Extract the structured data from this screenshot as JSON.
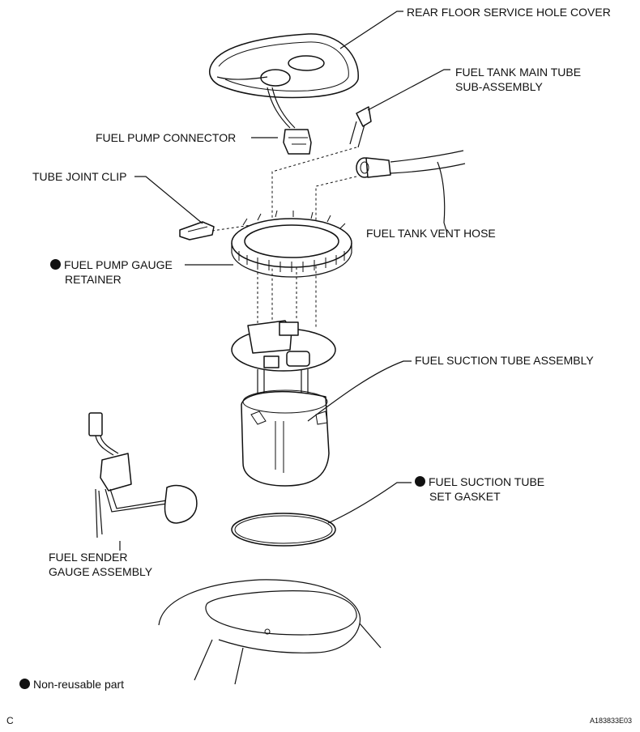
{
  "labels": {
    "rear_floor_cover": "REAR FLOOR SERVICE HOLE COVER",
    "main_tube_line1": "FUEL TANK MAIN TUBE",
    "main_tube_line2": "SUB-ASSEMBLY",
    "pump_connector": "FUEL PUMP CONNECTOR",
    "tube_joint_clip": "TUBE JOINT CLIP",
    "vent_hose": "FUEL TANK VENT HOSE",
    "retainer_line1": "FUEL PUMP GAUGE",
    "retainer_line2": "RETAINER",
    "suction_tube_assembly": "FUEL SUCTION TUBE ASSEMBLY",
    "gasket_line1": "FUEL SUCTION TUBE",
    "gasket_line2": "SET GASKET",
    "sender_line1": "FUEL SENDER",
    "sender_line2": "GAUGE ASSEMBLY"
  },
  "legend": {
    "text": "Non-reusable part"
  },
  "footer": {
    "corner_letter": "C",
    "figure_id": "A183833E03"
  },
  "icons": [
    "non-reusable-dot-icon"
  ]
}
